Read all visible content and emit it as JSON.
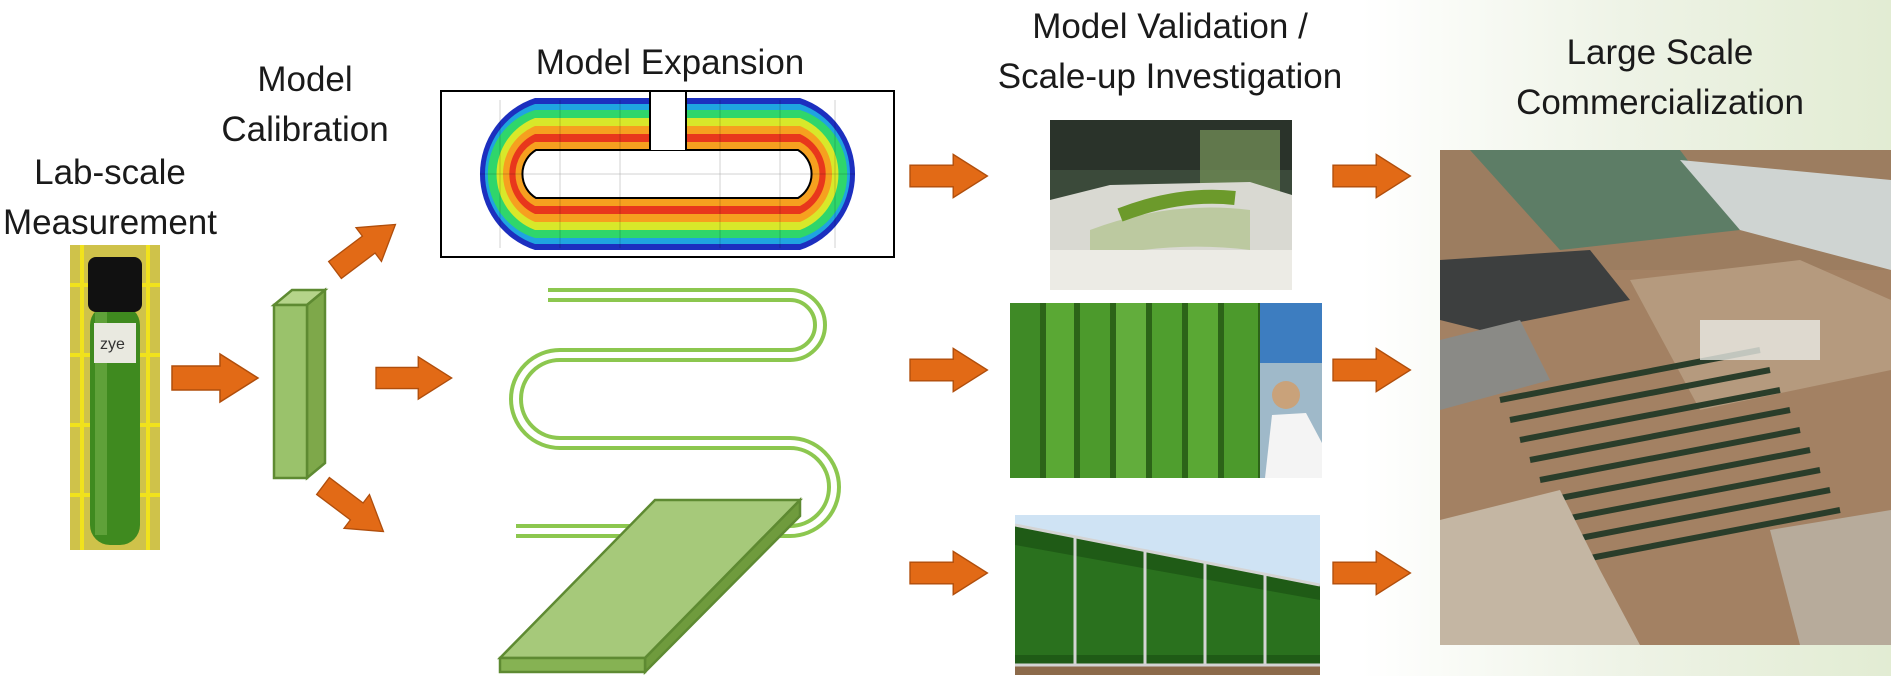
{
  "stages": {
    "lab": "Lab-scale\nMeasurement",
    "calibration": "Model\nCalibration",
    "expansion": "Model Expansion",
    "validation": "Model Validation /\nScale-up Investigation",
    "commercial": "Large Scale\nCommercialization"
  },
  "colors": {
    "arrow": "#e26a16",
    "reactor_green": "#9ac26b",
    "reactor_green_dark": "#5e8a32",
    "tube_line": "#8cc74f"
  },
  "photos": {
    "lab_tube": "photo-test-tube",
    "raceway_pond": "photo-raceway-pond",
    "flat_panel": "photo-flat-panel-pbr",
    "panel_array": "photo-panel-array",
    "commercial_site": "photo-commercial-site"
  }
}
